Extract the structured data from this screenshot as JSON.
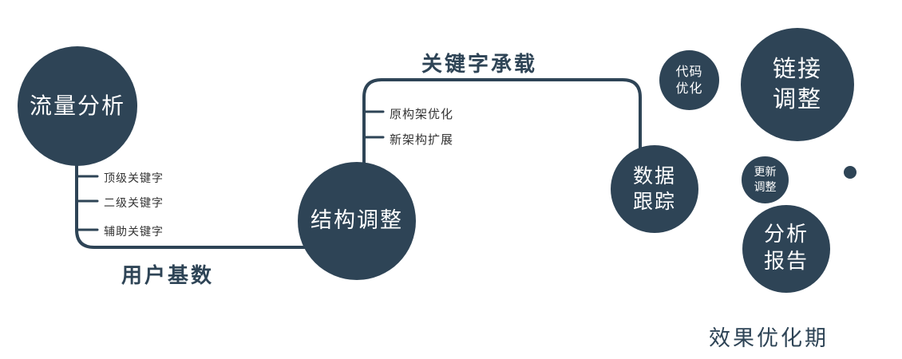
{
  "colors": {
    "primary": "#2e4456",
    "tick_label": "#333333",
    "background": "#ffffff"
  },
  "nodes": {
    "traffic_analysis": {
      "label": "流量分析"
    },
    "structure_adjust": {
      "label": "结构调整"
    },
    "data_tracking": {
      "line1": "数据",
      "line2": "跟踪"
    },
    "code_optimization": {
      "line1": "代码",
      "line2": "优化"
    },
    "link_adjustment": {
      "line1": "链接",
      "line2": "调整"
    },
    "update_adjustment": {
      "line1": "更新",
      "line2": "调整"
    },
    "analysis_report": {
      "line1": "分析",
      "line2": "报告"
    }
  },
  "edge_labels": {
    "user_base": "用户基数",
    "keyword_carry": "关键字承载"
  },
  "branches": {
    "traffic": [
      "顶级关键字",
      "二级关键字",
      "辅助关键字"
    ],
    "structure": [
      "原构架优化",
      "新架构扩展"
    ]
  },
  "caption": {
    "label": "效果优化期"
  }
}
